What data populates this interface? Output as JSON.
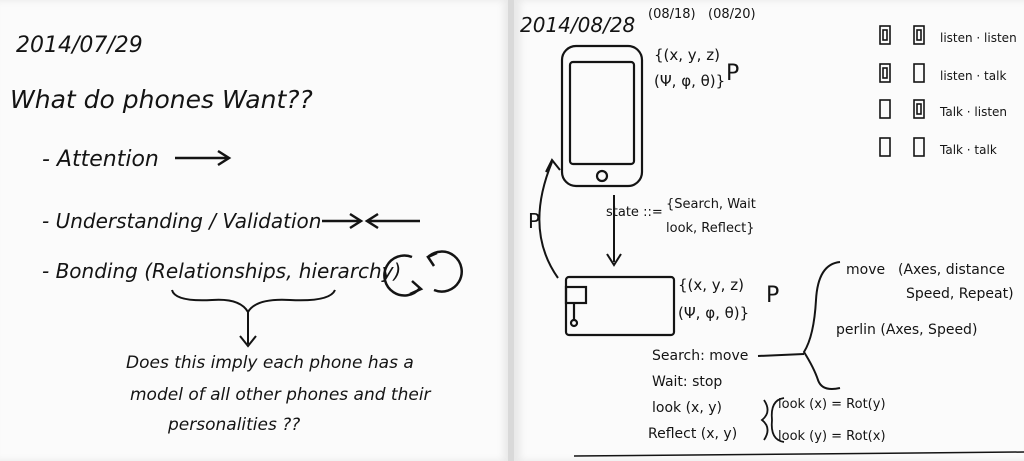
{
  "left": {
    "date": "2014/07/29",
    "title": "What do phones Want??",
    "items": [
      "- Attention",
      "- Understanding / Validation",
      "- Bonding (Relationships, hierarchy)"
    ],
    "question": [
      "Does this imply each phone has a",
      "model of all other phones and their",
      "personalities ??"
    ]
  },
  "right": {
    "date": "2014/08/28",
    "date_alt1": "(08/18)",
    "date_alt2": "(08/20)",
    "pose_top": [
      "{(x, y, z)",
      "(Ψ, φ, θ)}"
    ],
    "pose_bottom": [
      "{(x, y, z)",
      "(Ψ, φ, θ)}"
    ],
    "symbol": "P",
    "state_label": "state ::=",
    "state_values": [
      "{Search, Wait",
      "look, Reflect}"
    ],
    "move_label": "move",
    "move_args": [
      "(Axes, distance",
      "Speed, Repeat)"
    ],
    "perlin": "perlin (Axes, Speed)",
    "defs": [
      "Search: move",
      "Wait: stop",
      "look (x, y)",
      "Reflect (x, y)"
    ],
    "look_defs": [
      "look (x) = Rot(y)",
      "look (y) = Rot(x)"
    ],
    "grid": [
      {
        "a": "listen",
        "b": "listen",
        "label": "listen · listen"
      },
      {
        "a": "listen",
        "b": "talk",
        "label": "listen · talk"
      },
      {
        "a": "talk",
        "b": "listen",
        "label": "Talk · listen"
      },
      {
        "a": "talk",
        "b": "talk",
        "label": "Talk · talk"
      }
    ]
  }
}
